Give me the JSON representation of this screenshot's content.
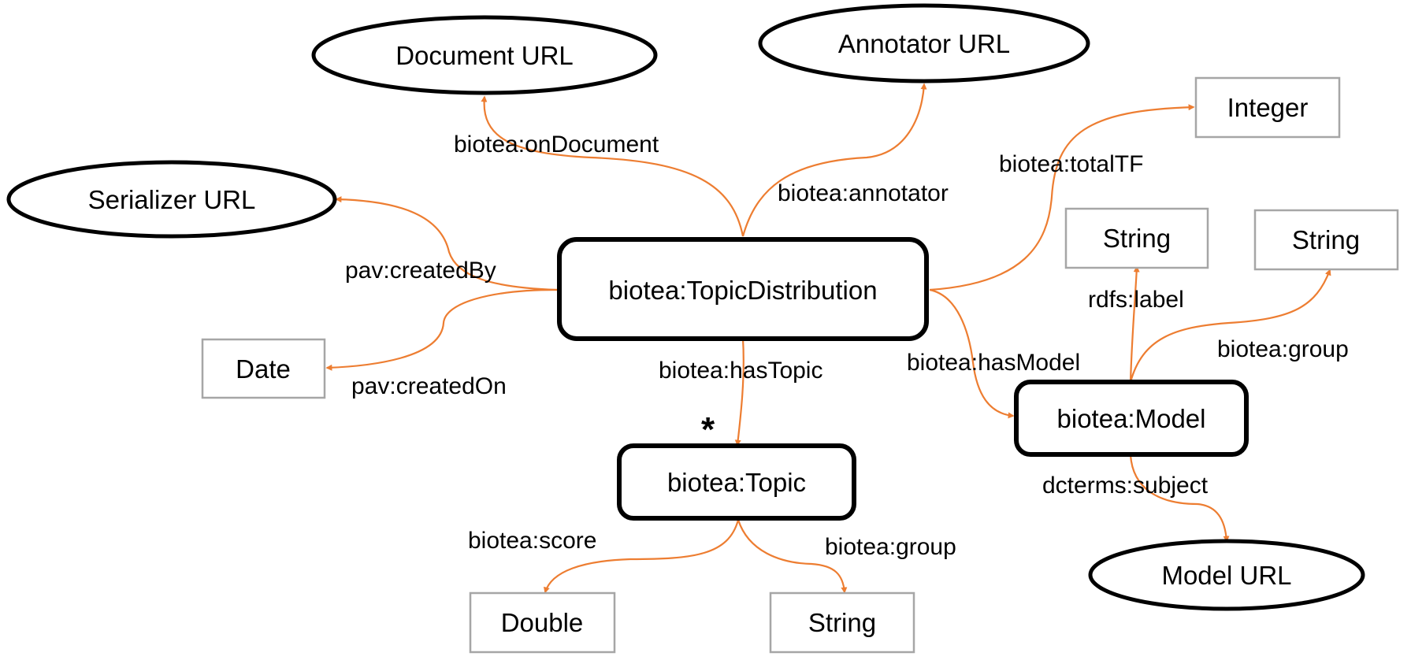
{
  "nodes": {
    "document_url": "Document URL",
    "annotator_url": "Annotator URL",
    "serializer_url": "Serializer URL",
    "integer": "Integer",
    "topic_distribution": "biotea:TopicDistribution",
    "string_label": "String",
    "string_group_model": "String",
    "date": "Date",
    "model": "biotea:Model",
    "topic": "biotea:Topic",
    "model_url": "Model URL",
    "double": "Double",
    "string_group_topic": "String"
  },
  "edges": {
    "on_document": "biotea:onDocument",
    "annotator": "biotea:annotator",
    "total_tf": "biotea:totalTF",
    "created_by": "pav:createdBy",
    "created_on": "pav:createdOn",
    "has_topic": "biotea:hasTopic",
    "has_model": "biotea:hasModel",
    "rdfs_label": "rdfs:label",
    "model_group": "biotea:group",
    "dcterms_subject": "dcterms:subject",
    "score": "biotea:score",
    "topic_group": "biotea:group"
  },
  "cardinality": "*",
  "colors": {
    "edge": "#ED7D31",
    "class_border": "#000000",
    "literal_border": "#A6A6A6"
  }
}
